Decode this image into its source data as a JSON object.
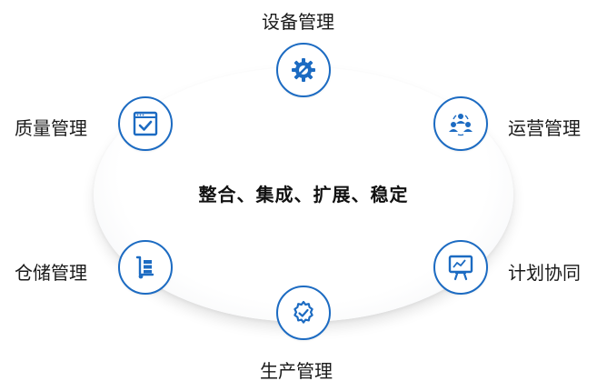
{
  "center": {
    "text": "整合、集成、扩展、稳定"
  },
  "nodes": [
    {
      "id": "equipment",
      "label": "设备管理",
      "icon": "gear-wrench-icon"
    },
    {
      "id": "operations",
      "label": "运营管理",
      "icon": "team-icon"
    },
    {
      "id": "planning",
      "label": "计划协同",
      "icon": "presentation-board-icon"
    },
    {
      "id": "production",
      "label": "生产管理",
      "icon": "gear-check-icon"
    },
    {
      "id": "warehouse",
      "label": "仓储管理",
      "icon": "hand-truck-icon"
    },
    {
      "id": "quality",
      "label": "质量管理",
      "icon": "checkbox-window-icon"
    }
  ],
  "colors": {
    "accent": "#1c6bc2",
    "text": "#1a1a1a"
  }
}
